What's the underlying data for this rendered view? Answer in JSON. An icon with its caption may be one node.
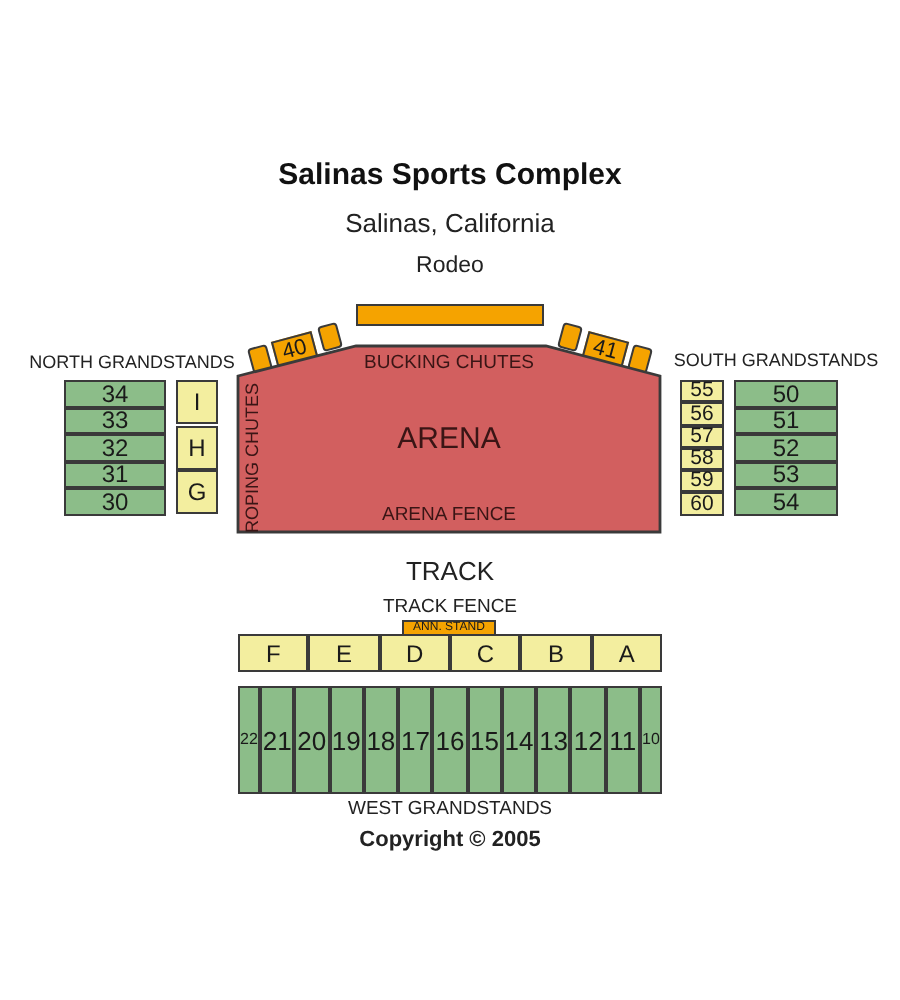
{
  "diagram": {
    "title": "Salinas Sports Complex",
    "nodes": [
      {
        "text": [],
        "shape": "bar"
      },
      {
        "text": [],
        "shape": "box"
      },
      {
        "text": [
          "40"
        ]
      },
      {
        "text": [],
        "shape": "box"
      },
      {
        "text": [],
        "shape": "box"
      },
      {
        "text": [
          "41"
        ]
      },
      {
        "text": [],
        "shape": "box"
      },
      {
        "text": [
          "BUCKING CHUTES",
          "ROPING CHUTES",
          "ARENA",
          "ARENA FENCE"
        ]
      },
      {
        "text": [
          "34"
        ]
      },
      {
        "text": [
          "33"
        ]
      },
      {
        "text": [
          "32"
        ]
      },
      {
        "text": [
          "31"
        ]
      },
      {
        "text": [
          "30"
        ]
      },
      {
        "text": [
          "I"
        ]
      },
      {
        "text": [
          "H"
        ]
      },
      {
        "text": [
          "G"
        ]
      },
      {
        "text": [
          "55"
        ]
      },
      {
        "text": [
          "56"
        ]
      },
      {
        "text": [
          "57"
        ]
      },
      {
        "text": [
          "58"
        ]
      },
      {
        "text": [
          "59"
        ]
      },
      {
        "text": [
          "60"
        ]
      },
      {
        "text": [
          "50"
        ]
      },
      {
        "text": [
          "51"
        ]
      },
      {
        "text": [
          "52"
        ]
      },
      {
        "text": [
          "53"
        ]
      },
      {
        "text": [
          "54"
        ]
      },
      {
        "text": [
          "ANN. STAND"
        ]
      },
      {
        "text": [
          "F"
        ]
      },
      {
        "text": [
          "E"
        ]
      },
      {
        "text": [
          "D"
        ]
      },
      {
        "text": [
          "C"
        ]
      },
      {
        "text": [
          "B"
        ]
      },
      {
        "text": [
          "A"
        ]
      },
      {
        "text": [
          "22"
        ]
      },
      {
        "text": [
          "21"
        ]
      },
      {
        "text": [
          "20"
        ]
      },
      {
        "text": [
          "19"
        ]
      },
      {
        "text": [
          "18"
        ]
      },
      {
        "text": [
          "17"
        ]
      },
      {
        "text": [
          "16"
        ]
      },
      {
        "text": [
          "15"
        ]
      },
      {
        "text": [
          "14"
        ]
      },
      {
        "text": [
          "13"
        ]
      },
      {
        "text": [
          "12"
        ]
      },
      {
        "text": [
          "11"
        ]
      },
      {
        "text": [
          "10"
        ]
      }
    ],
    "labels": [
      "Salinas, California",
      "Rodeo",
      "NORTH GRANDSTANDS",
      "SOUTH GRANDSTANDS",
      "TRACK",
      "TRACK FENCE",
      "WEST GRANDSTANDS",
      "Copyright © 2005"
    ]
  }
}
